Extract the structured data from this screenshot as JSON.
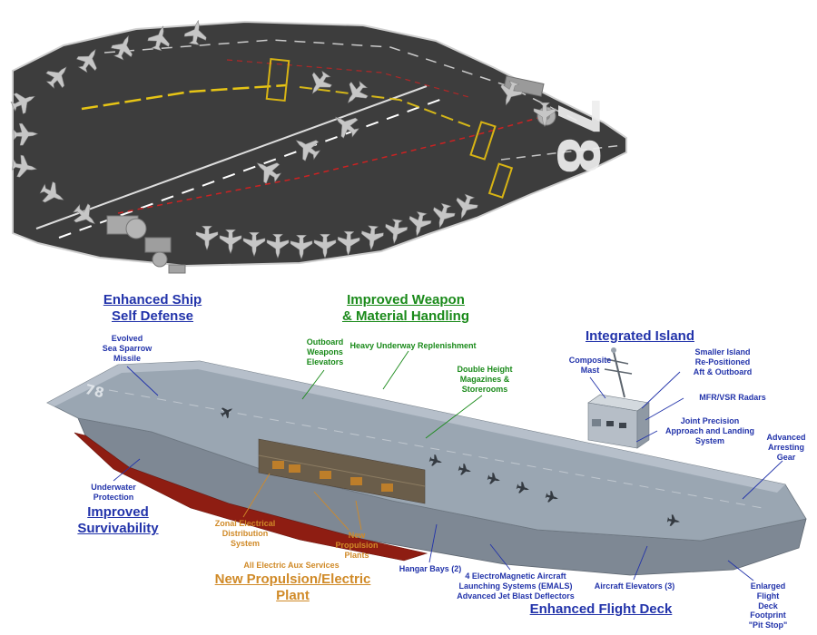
{
  "deck_number": "78",
  "colors": {
    "callout_blue": "#2233aa",
    "callout_green": "#1a8a1a",
    "callout_orange": "#d08a28",
    "deck_gray": "#3d3d3d",
    "hull_red": "#8e1d12"
  },
  "callouts": {
    "self_defense": "Enhanced Ship\nSelf Defense",
    "weapon_handling": "Improved Weapon\n& Material Handling",
    "integrated_island": "Integrated Island",
    "improved_survivability": "Improved\nSurvivability",
    "propulsion_plant": "New Propulsion/Electric\nPlant",
    "enhanced_flight_deck": "Enhanced Flight Deck",
    "sea_sparrow": "Evolved\nSea Sparrow\nMissile",
    "outboard_weapons": "Outboard\nWeapons\nElevators",
    "heavy_underway": "Heavy Underway Replenishment",
    "double_height": "Double Height\nMagazines &\nStorerooms",
    "composite_mast": "Composite\nMast",
    "smaller_island": "Smaller Island\nRe-Positioned\nAft & Outboard",
    "mfr_vsr": "MFR/VSR Radars",
    "joint_precision": "Joint Precision\nApproach and Landing\nSystem",
    "advanced_arresting": "Advanced\nArresting\nGear",
    "underwater_protection": "Underwater\nProtection",
    "zonal_electrical": "Zonal Electrical\nDistribution\nSystem",
    "new_propulsion_plants": "New\nPropulsion\nPlants",
    "all_electric": "All Electric Aux Services",
    "hangar_bays": "Hangar Bays (2)",
    "emals": "4 ElectroMagnetic Aircraft\nLaunching Systems (EMALS)\nAdvanced Jet Blast Deflectors",
    "aircraft_elevators": "Aircraft Elevators (3)",
    "enlarged_footprint": "Enlarged\nFlight\nDeck\nFootprint\n\"Pit Stop\""
  }
}
